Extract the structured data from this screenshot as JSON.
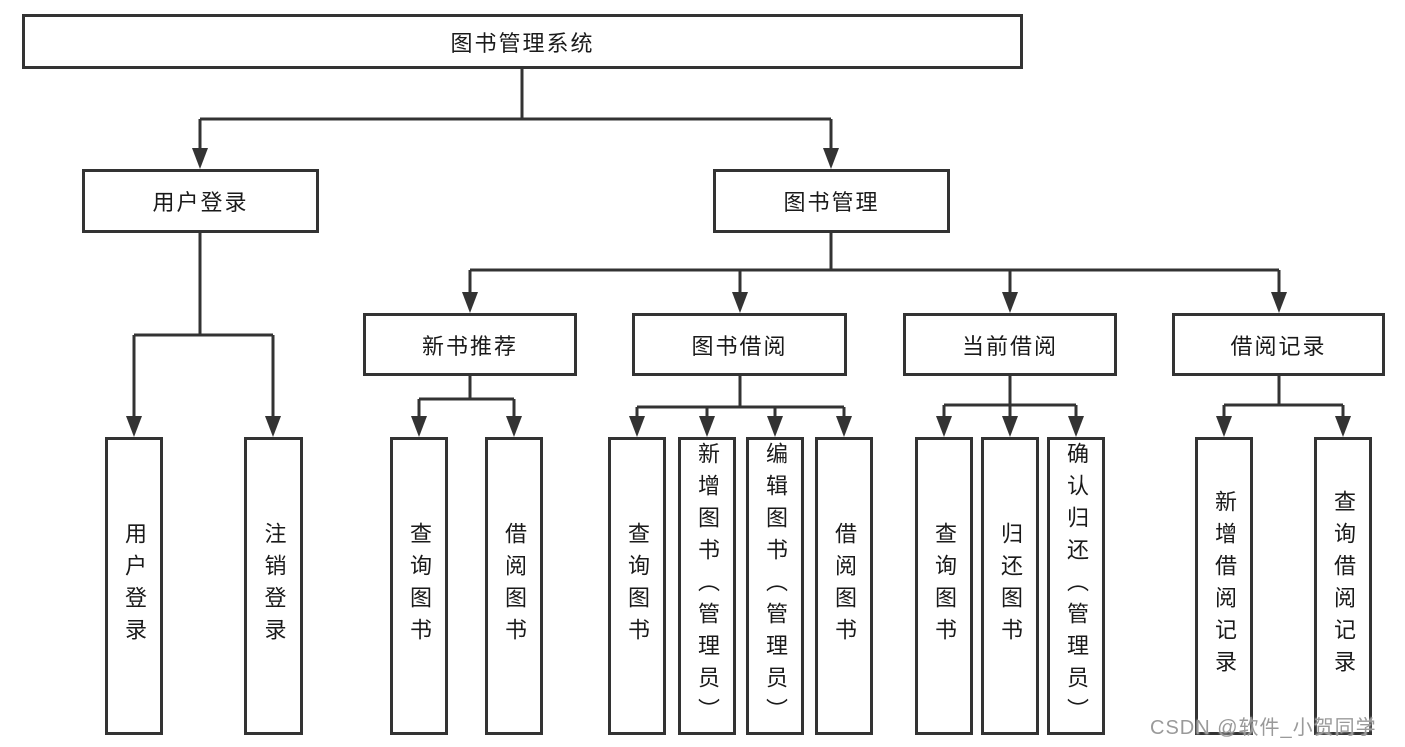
{
  "diagram_type": "hierarchy-tree",
  "tree": {
    "label": "图书管理系统",
    "children": [
      {
        "label": "用户登录",
        "children": [
          {
            "label": "用户登录"
          },
          {
            "label": "注销登录"
          }
        ]
      },
      {
        "label": "图书管理",
        "children": [
          {
            "label": "新书推荐",
            "children": [
              {
                "label": "查询图书"
              },
              {
                "label": "借阅图书"
              }
            ]
          },
          {
            "label": "图书借阅",
            "children": [
              {
                "label": "查询图书"
              },
              {
                "label": "新增图书（管理员）"
              },
              {
                "label": "编辑图书（管理员）"
              },
              {
                "label": "借阅图书"
              }
            ]
          },
          {
            "label": "当前借阅",
            "children": [
              {
                "label": "查询图书"
              },
              {
                "label": "归还图书"
              },
              {
                "label": "确认归还（管理员）"
              }
            ]
          },
          {
            "label": "借阅记录",
            "children": [
              {
                "label": "新增借阅记录"
              },
              {
                "label": "查询借阅记录"
              }
            ]
          }
        ]
      }
    ]
  },
  "watermark": {
    "text": "CSDN @软件_小贺同学"
  },
  "colors": {
    "line": "#333333",
    "box_border": "#333333",
    "text": "#1a1a1a",
    "watermark": "#9a9a9a",
    "background": "#ffffff"
  }
}
